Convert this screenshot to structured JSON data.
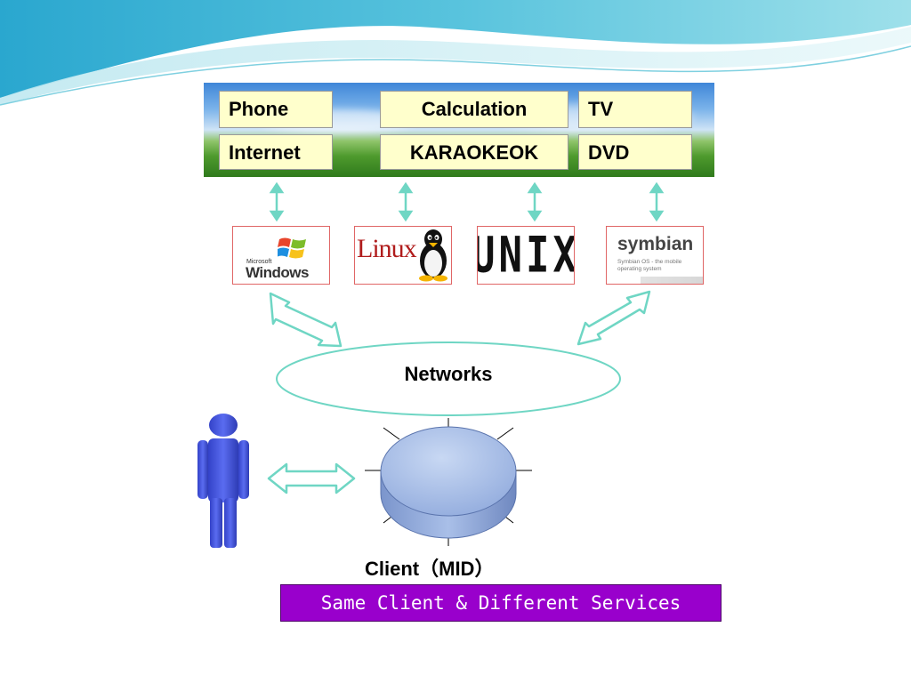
{
  "services": {
    "phone": "Phone",
    "calculation": "Calculation",
    "tv": "TV",
    "internet": "Internet",
    "karaoke": "KARAOKEOK",
    "dvd": "DVD"
  },
  "os_logos": {
    "windows": {
      "small": "Microsoft",
      "main": "Windows"
    },
    "linux": {
      "main": "Linux"
    },
    "unix": {
      "main": "UNIX"
    },
    "symbian": {
      "main": "symbian",
      "sub1": "Symbian OS - the mobile",
      "sub2": "operating system"
    }
  },
  "networks_label": "Networks",
  "client_label": "Client（MID）",
  "footer_text": "Same Client & Different Services",
  "colors": {
    "service_box": "#ffffcc",
    "arrow": "#6fd6c4",
    "footer": "#9900cc",
    "person": "#4455dd",
    "disk": "#9db5e6"
  }
}
